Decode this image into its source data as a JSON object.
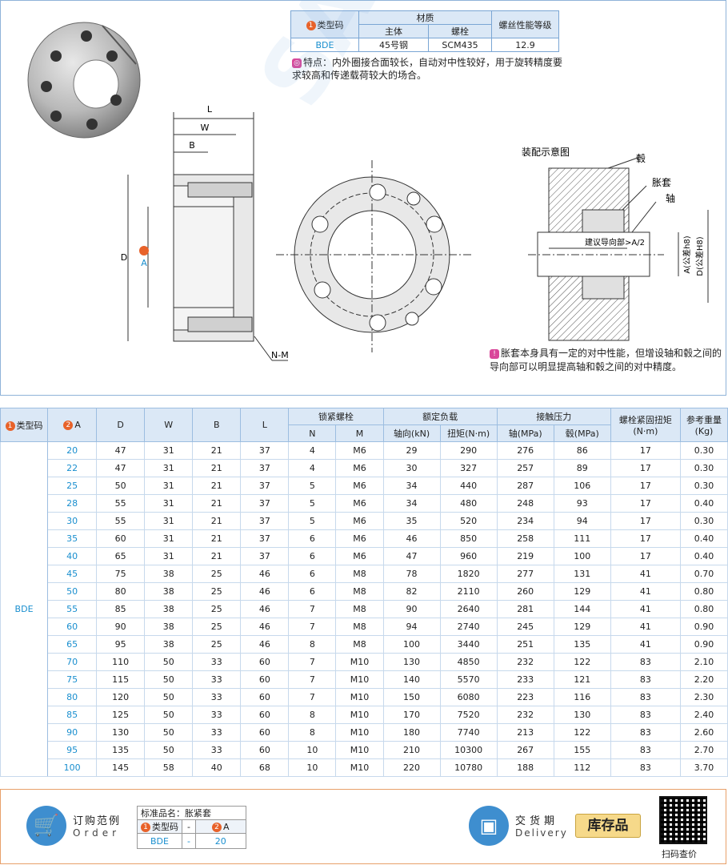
{
  "material_table": {
    "h_type": "类型码",
    "h_material": "材质",
    "h_body": "主体",
    "h_bolt": "螺栓",
    "h_grade": "螺丝性能等级",
    "type": "BDE",
    "body": "45号钢",
    "bolt": "SCM435",
    "grade": "12.9"
  },
  "feature_text": "特点：内外圈接合面较长，自动对中性较好，用于旋转精度要求较高和传递载荷较大的场合。",
  "drawing": {
    "L": "L",
    "W": "W",
    "B": "B",
    "D": "D",
    "A": "A",
    "NM": "N-M",
    "assembly_title": "装配示意图",
    "hub": "毂",
    "sleeve": "胀套",
    "shaft": "轴",
    "guide": "建议导向部>A/2",
    "A_tol": "A(公差h8)",
    "D_tol": "D(公差H8)"
  },
  "note_text": "胀套本身具有一定的对中性能，但增设轴和毂之间的导向部可以明显提高轴和毂之间的对中精度。",
  "spec": {
    "h_type": "类型码",
    "h_A": "A",
    "h_D": "D",
    "h_W": "W",
    "h_B": "B",
    "h_L": "L",
    "h_bolt": "锁紧螺栓",
    "h_N": "N",
    "h_M": "M",
    "h_load": "额定负载",
    "h_axial": "轴向(kN)",
    "h_torque": "扭矩(N·m)",
    "h_pressure": "接触压力",
    "h_shaft": "轴(MPa)",
    "h_hub": "毂(MPa)",
    "h_tight": "螺栓紧固扭矩",
    "h_tight_unit": "(N·m)",
    "h_weight": "参考重量",
    "h_weight_unit": "(Kg)",
    "type": "BDE",
    "rows": [
      [
        "20",
        "47",
        "31",
        "21",
        "37",
        "4",
        "M6",
        "29",
        "290",
        "276",
        "86",
        "17",
        "0.30"
      ],
      [
        "22",
        "47",
        "31",
        "21",
        "37",
        "4",
        "M6",
        "30",
        "327",
        "257",
        "89",
        "17",
        "0.30"
      ],
      [
        "25",
        "50",
        "31",
        "21",
        "37",
        "5",
        "M6",
        "34",
        "440",
        "287",
        "106",
        "17",
        "0.30"
      ],
      [
        "28",
        "55",
        "31",
        "21",
        "37",
        "5",
        "M6",
        "34",
        "480",
        "248",
        "93",
        "17",
        "0.40"
      ],
      [
        "30",
        "55",
        "31",
        "21",
        "37",
        "5",
        "M6",
        "35",
        "520",
        "234",
        "94",
        "17",
        "0.30"
      ],
      [
        "35",
        "60",
        "31",
        "21",
        "37",
        "6",
        "M6",
        "46",
        "850",
        "258",
        "111",
        "17",
        "0.40"
      ],
      [
        "40",
        "65",
        "31",
        "21",
        "37",
        "6",
        "M6",
        "47",
        "960",
        "219",
        "100",
        "17",
        "0.40"
      ],
      [
        "45",
        "75",
        "38",
        "25",
        "46",
        "6",
        "M8",
        "78",
        "1820",
        "277",
        "131",
        "41",
        "0.70"
      ],
      [
        "50",
        "80",
        "38",
        "25",
        "46",
        "6",
        "M8",
        "82",
        "2110",
        "260",
        "129",
        "41",
        "0.80"
      ],
      [
        "55",
        "85",
        "38",
        "25",
        "46",
        "7",
        "M8",
        "90",
        "2640",
        "281",
        "144",
        "41",
        "0.80"
      ],
      [
        "60",
        "90",
        "38",
        "25",
        "46",
        "7",
        "M8",
        "94",
        "2740",
        "245",
        "129",
        "41",
        "0.90"
      ],
      [
        "65",
        "95",
        "38",
        "25",
        "46",
        "8",
        "M8",
        "100",
        "3440",
        "251",
        "135",
        "41",
        "0.90"
      ],
      [
        "70",
        "110",
        "50",
        "33",
        "60",
        "7",
        "M10",
        "130",
        "4850",
        "232",
        "122",
        "83",
        "2.10"
      ],
      [
        "75",
        "115",
        "50",
        "33",
        "60",
        "7",
        "M10",
        "140",
        "5570",
        "233",
        "121",
        "83",
        "2.20"
      ],
      [
        "80",
        "120",
        "50",
        "33",
        "60",
        "7",
        "M10",
        "150",
        "6080",
        "223",
        "116",
        "83",
        "2.30"
      ],
      [
        "85",
        "125",
        "50",
        "33",
        "60",
        "8",
        "M10",
        "170",
        "7520",
        "232",
        "130",
        "83",
        "2.40"
      ],
      [
        "90",
        "130",
        "50",
        "33",
        "60",
        "8",
        "M10",
        "180",
        "7740",
        "213",
        "122",
        "83",
        "2.60"
      ],
      [
        "95",
        "135",
        "50",
        "33",
        "60",
        "10",
        "M10",
        "210",
        "10300",
        "267",
        "155",
        "83",
        "2.70"
      ],
      [
        "100",
        "145",
        "58",
        "40",
        "68",
        "10",
        "M10",
        "220",
        "10780",
        "188",
        "112",
        "83",
        "3.70"
      ]
    ]
  },
  "order": {
    "title_cn": "订购范例",
    "title_en": "Order",
    "std_name": "标准品名：胀紧套",
    "h_type": "类型码",
    "dash": "-",
    "h_A": "A",
    "v_type": "BDE",
    "v_A": "20"
  },
  "delivery": {
    "title_cn": "交货期",
    "title_en": "Delivery",
    "stock": "库存品",
    "qr_label": "扫码查价"
  },
  "watermark": "SAMLE",
  "colors": {
    "accent": "#1a8fcf",
    "badge": "#e8622a",
    "header_bg": "#dbe8f6"
  }
}
